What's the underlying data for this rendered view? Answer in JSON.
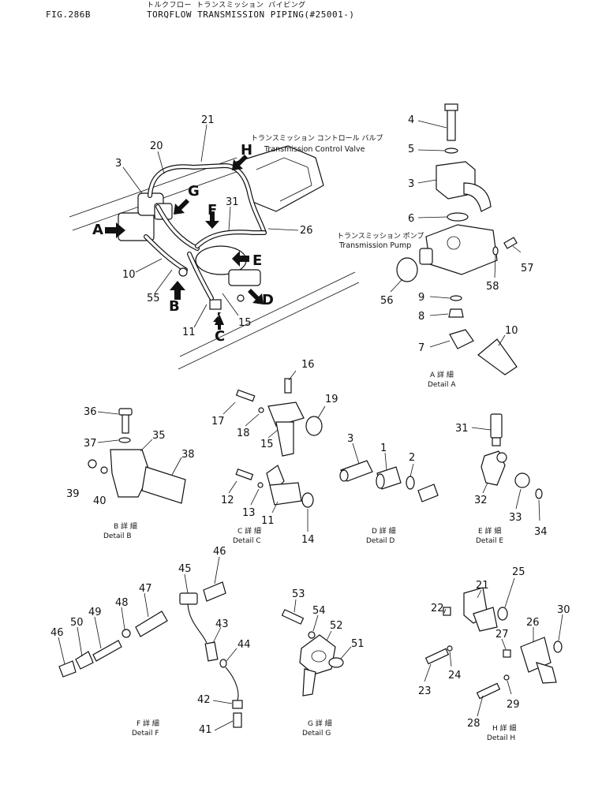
{
  "header": {
    "fig": "FIG.286B",
    "title_jp": "トルクフロー トランスミッション パイピング",
    "title": "TORQFLOW TRANSMISSION PIPING(#25001-)"
  },
  "labels": {
    "control_valve_jp": "トランスミッション コントロール バルブ",
    "control_valve": "Transmission Control Valve",
    "pump_jp": "トランスミッション ポンプ",
    "pump": "Transmission Pump"
  },
  "details": {
    "a_jp": "A 詳 細",
    "a": "Detail A",
    "b_jp": "B 詳 細",
    "b": "Detail B",
    "c_jp": "C 詳 細",
    "c": "Detail C",
    "d_jp": "D 詳 細",
    "d": "Detail D",
    "e_jp": "E 詳 細",
    "e": "Detail E",
    "f_jp": "F 詳 細",
    "f": "Detail F",
    "g_jp": "G 詳 細",
    "g": "Detail G",
    "h_jp": "H 詳 細",
    "h": "Detail H"
  },
  "view_letters": [
    "A",
    "B",
    "C",
    "D",
    "E",
    "F",
    "G",
    "H"
  ],
  "callouts": {
    "main": [
      "21",
      "20",
      "3",
      "31",
      "26",
      "10",
      "55",
      "11",
      "15"
    ],
    "detail_a": [
      "4",
      "5",
      "3",
      "6",
      "57",
      "58",
      "56",
      "9",
      "8",
      "7",
      "10"
    ],
    "detail_b": [
      "36",
      "37",
      "35",
      "38",
      "39",
      "40"
    ],
    "detail_c": [
      "16",
      "17",
      "18",
      "19",
      "15",
      "12",
      "13",
      "11",
      "14"
    ],
    "detail_d": [
      "3",
      "1",
      "2"
    ],
    "detail_e": [
      "31",
      "32",
      "33",
      "34"
    ],
    "detail_f": [
      "45",
      "46",
      "47",
      "48",
      "49",
      "50",
      "46",
      "43",
      "44",
      "42",
      "41"
    ],
    "detail_g": [
      "53",
      "54",
      "52",
      "51"
    ],
    "detail_h": [
      "25",
      "21",
      "22",
      "30",
      "26",
      "27",
      "24",
      "23",
      "29",
      "28"
    ]
  }
}
